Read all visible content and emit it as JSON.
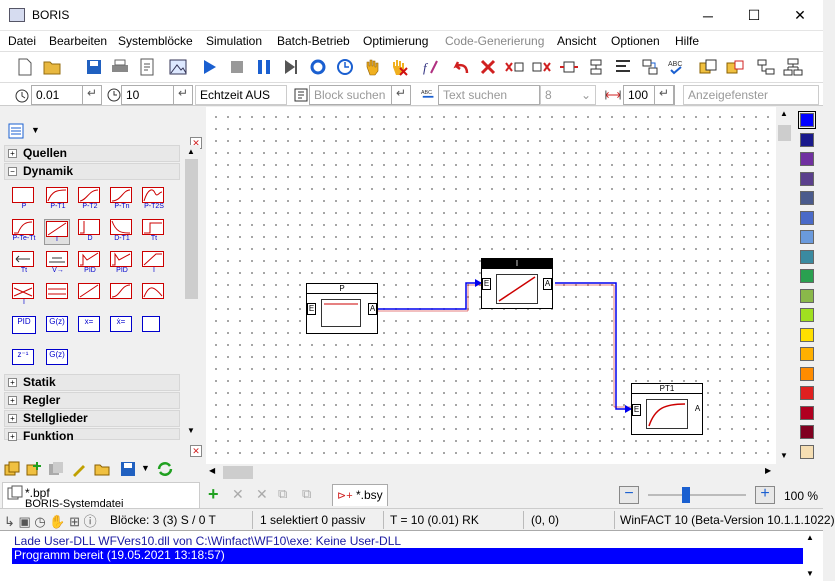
{
  "window": {
    "title": "BORIS"
  },
  "menu": [
    "Datei",
    "Bearbeiten",
    "Systemblöcke",
    "Simulation",
    "Batch-Betrieb",
    "Optimierung",
    "Code-Generierung",
    "Ansicht",
    "Optionen",
    "Hilfe"
  ],
  "toolbar2": {
    "step": "0.01",
    "end_time": "10",
    "realtime": "Echtzeit AUS",
    "block_search_placeholder": "Block suchen",
    "text_search_placeholder": "Text suchen",
    "text_search_value": "8",
    "zoom_value": "100",
    "display_placeholder": "Anzeigefenster"
  },
  "library": {
    "categories": [
      "Quellen",
      "Dynamik",
      "Statik",
      "Regler",
      "Stellglieder",
      "Funktion"
    ],
    "dynamik_row1": [
      "P",
      "P-T1",
      "P-T2",
      "P-Tn",
      "P-T2S"
    ],
    "dynamik_row2": [
      "P-Te-Tt",
      "I",
      "D",
      "D-T1",
      "Tt"
    ],
    "dynamik_row3": [
      "Tt",
      "V→",
      "PID",
      "PID",
      "I"
    ],
    "dynamik_row4": [
      "I",
      "",
      "",
      "",
      ""
    ]
  },
  "project": {
    "file": "*.bpf",
    "item": "BORIS-Systemdatei"
  },
  "canvas_tab": "*.bsy",
  "zoom_percent": "100 %",
  "blocks": [
    {
      "name": "P",
      "in": "E",
      "out": "A"
    },
    {
      "name": "I",
      "in": "E",
      "out": "A"
    },
    {
      "name": "PT1",
      "in": "E",
      "out": "A"
    }
  ],
  "status": {
    "blocks": "Blöcke: 3 (3) S / 0 T",
    "selection": "1 selektiert  0 passiv",
    "time": "T = 10  (0.01)  RK",
    "coords": "(0, 0)",
    "version": "WinFACT 10 (Beta-Version 10.1.1.1022)"
  },
  "log": [
    "Lade User-DLL WFVers10.dll von C:\\Winfact\\WF10\\exe: Keine User-DLL",
    "Programm bereit   (19.05.2021 13:18:57)"
  ],
  "colors": {
    "accent": "#0000ff",
    "palette": [
      "#0000ff",
      "#1a1a8c",
      "#7030a0",
      "#5a3f8c",
      "#4a5a8c",
      "#4a6ac8",
      "#6a9adc",
      "#3a8aa0",
      "#2aa050",
      "#8ab84a",
      "#a0e020",
      "#ffe000",
      "#ffb000",
      "#ff8c00",
      "#e02020",
      "#b00020",
      "#800020",
      "#f5deb3"
    ]
  }
}
